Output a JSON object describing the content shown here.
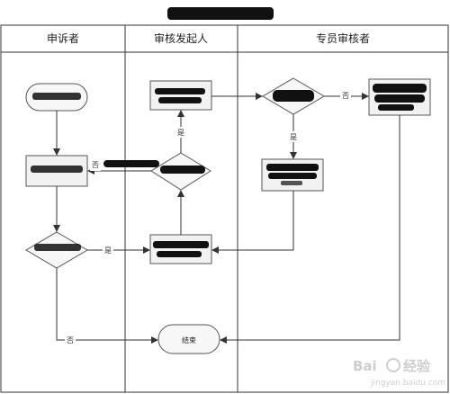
{
  "title": "",
  "lanes": [
    "申诉者",
    "审核发起人",
    "专员审核者"
  ],
  "nodes": {
    "end": "结束"
  },
  "edge_labels": {
    "yes": "是",
    "no": "否"
  },
  "watermark": {
    "brand": "Bai",
    "suffix": "经验",
    "url": "jingyan.baidu.com"
  },
  "colors": {
    "border": "#333333",
    "shape_fill": "#f2f2f2",
    "redaction": "#111111"
  }
}
